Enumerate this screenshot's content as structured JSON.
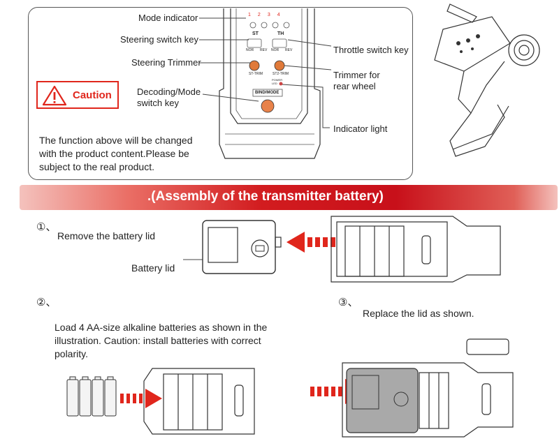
{
  "top_panel": {
    "labels": {
      "mode_indicator": "Mode indicator",
      "steering_switch_key": "Steering switch key",
      "steering_trimmer": "Steering Trimmer",
      "decoding_mode_key": "Decoding/Mode\nswitch key",
      "throttle_switch_key": "Throttle switch key",
      "rear_trimmer": "Trimmer for\nrear wheel",
      "indicator_light": "Indicator light"
    },
    "device_markings": {
      "st": "ST",
      "th": "TH",
      "nor_left": "NOR",
      "rev_left": "REV",
      "nor_right": "NOR",
      "rev_right": "REV",
      "st_trim": "ST-TRIM",
      "st2_trim": "ST2-TRIM",
      "power_led": "POWER LED",
      "bind_mode": "BIND/MODE",
      "mode_numbers": [
        "1",
        "2",
        "3",
        "4"
      ]
    },
    "caution_label": "Caution",
    "caution_note": "The function above will be changed\nwith the product content.Please be\nsubject to the real product."
  },
  "banner": {
    "title": ".(Assembly of the transmitter battery)"
  },
  "steps": [
    {
      "number": "①、",
      "text": "Remove the battery lid",
      "sublabel": "Battery lid"
    },
    {
      "number": "②、",
      "text": "Load 4 AA-size alkaline batteries as shown in the\nillustration. Caution: install batteries with correct\npolarity."
    },
    {
      "number": "③、",
      "text": "Replace the lid as shown."
    }
  ],
  "colors": {
    "accent_red": "#e0261c",
    "banner_dark": "#c8101a",
    "banner_fade": "#f4c2bd",
    "frame": "#555555"
  }
}
